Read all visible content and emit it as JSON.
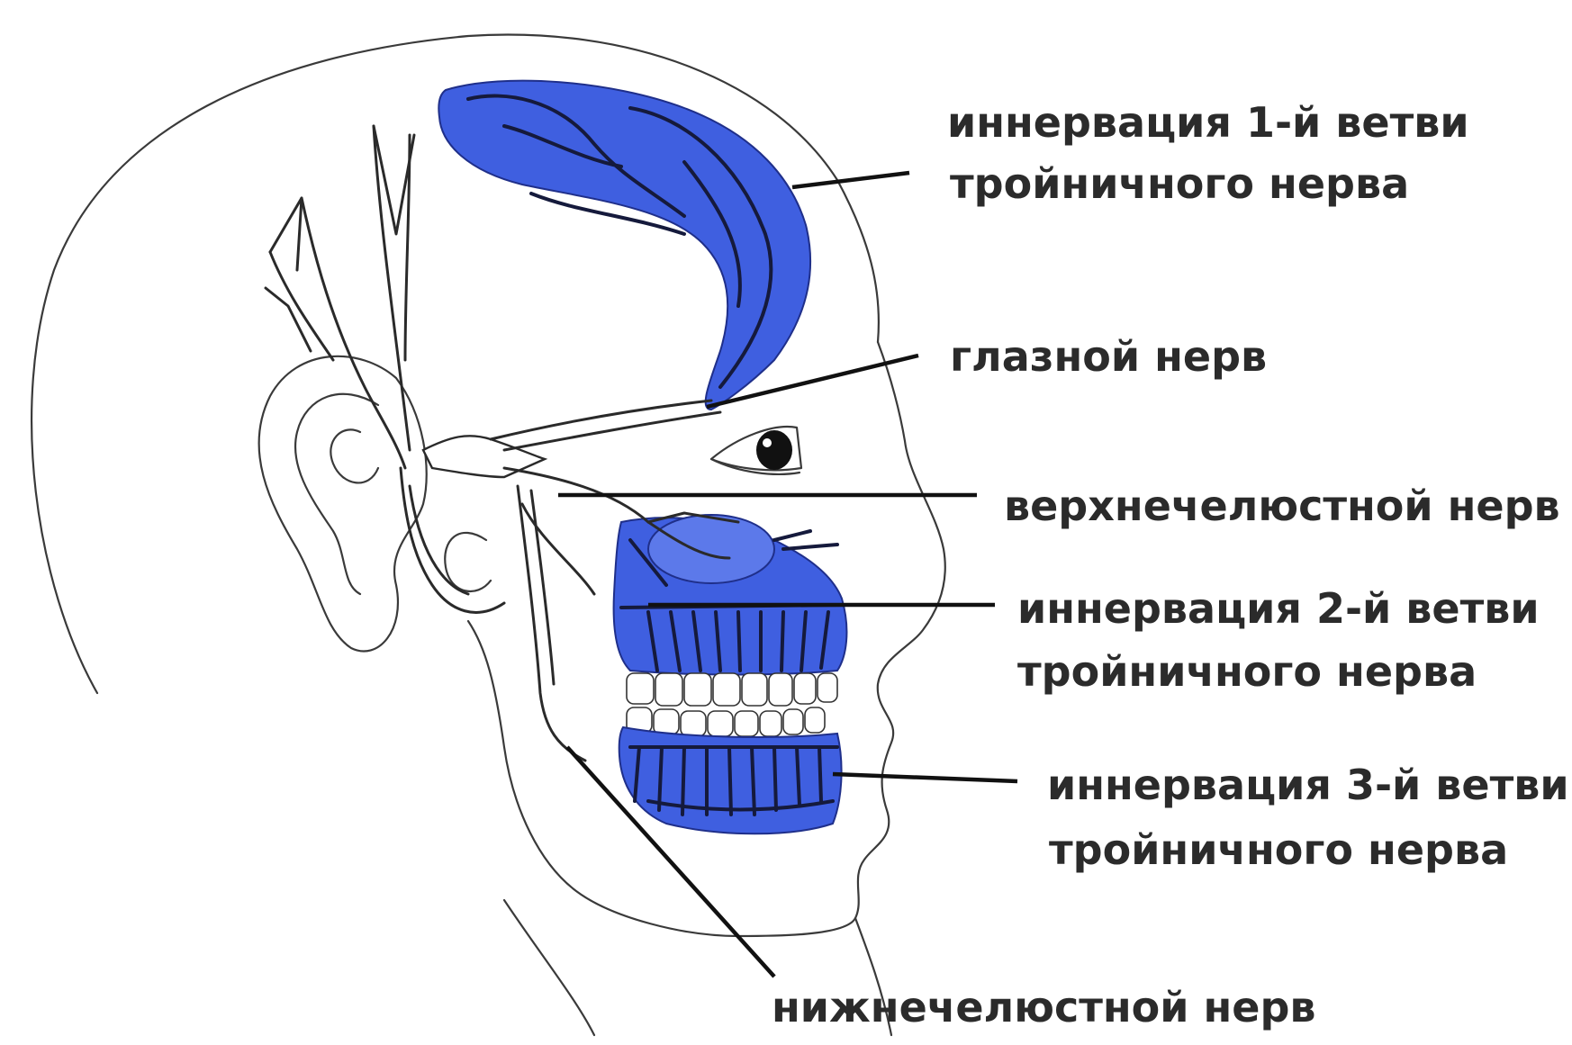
{
  "colors": {
    "zone_fill": "#3f5fe0",
    "zone_dark": "#243ba8",
    "line": "#2b2b2b",
    "background": "#ffffff"
  },
  "labels": {
    "branch1_line1": "иннервация 1-й ветви",
    "branch1_line2": "тройничного нерва",
    "ophthalmic": "глазной нерв",
    "maxillary": "верхнечелюстной нерв",
    "branch2_line1": "иннервация 2-й ветви",
    "branch2_line2": "тройничного нерва",
    "branch3_line1": "иннервация 3-й ветви",
    "branch3_line2": "тройничного нерва",
    "mandibular": "нижнечелюстной нерв"
  }
}
